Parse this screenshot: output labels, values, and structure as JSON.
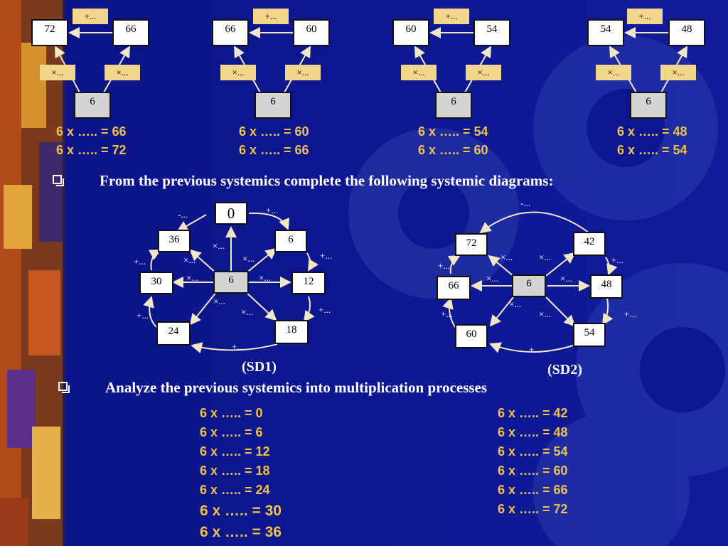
{
  "top_diagrams": [
    {
      "left": "72",
      "right": "66",
      "add": "+...",
      "mul_left": "×...",
      "mul_right": "×...",
      "bottom": "6",
      "eq1": "6 x ….. = 66",
      "eq2": "6 x ….. = 72"
    },
    {
      "left": "66",
      "right": "60",
      "add": "+...",
      "mul_left": "×...",
      "mul_right": "×...",
      "bottom": "6",
      "eq1": "6 x ….. = 60",
      "eq2": "6 x ….. = 66"
    },
    {
      "left": "60",
      "right": "54",
      "add": "+...",
      "mul_left": "×...",
      "mul_right": "×...",
      "bottom": "6",
      "eq1": "6 x ….. = 54",
      "eq2": "6 x ….. = 60"
    },
    {
      "left": "54",
      "right": "48",
      "add": "+...",
      "mul_left": "×...",
      "mul_right": "×...",
      "bottom": "6",
      "eq1": "6 x ….. = 48",
      "eq2": "6 x ….. = 54"
    }
  ],
  "instruction1": "From the previous systemics complete the following systemic diagrams:",
  "sd1": {
    "center": "6",
    "nodes": {
      "top": "0",
      "top_right": "6",
      "right": "12",
      "bottom_right": "18",
      "bottom_left": "24",
      "left": "30",
      "top_left": "36"
    },
    "outer_labels": {
      "top_left": "-...",
      "top_right": "+...",
      "right_upper": "+...",
      "right_lower": "+...",
      "bottom": "+...",
      "left_lower": "+...",
      "left_upper": "+..."
    },
    "inner_labels": {
      "n": "×...",
      "ne": "×...",
      "e": "×...",
      "se": "×...",
      "s": "×...",
      "w": "×...",
      "nw": "×..."
    },
    "caption": "(SD1)"
  },
  "sd2": {
    "center": "6",
    "nodes": {
      "top_left": "72",
      "top_right": "42",
      "right": "48",
      "bottom_right": "54",
      "bottom_left": "60",
      "left": "66"
    },
    "outer_labels": {
      "top": "-...",
      "right_upper": "+...",
      "right_lower": "+...",
      "bottom": "+...",
      "left_lower": "+...",
      "left_upper": "+..."
    },
    "inner_labels": {
      "nw": "×...",
      "ne": "×...",
      "w": "×...",
      "e": "×...",
      "sw": "×...",
      "se": "×..."
    },
    "caption": "(SD2)"
  },
  "instruction2": "Analyze the previous systemics into multiplication processes",
  "equations_left": [
    "6 x ….. = 0",
    "6 x ….. = 6",
    "6 x ….. = 12",
    "6 x ….. = 18",
    "6 x ….. = 24",
    "6 x ….. = 30",
    "6 x ….. = 36"
  ],
  "equations_right": [
    "6 x ….. = 42",
    "6 x ….. = 48",
    "6 x ….. = 54",
    "6 x ….. = 60",
    "6 x ….. = 66",
    "6 x ….. = 72"
  ]
}
